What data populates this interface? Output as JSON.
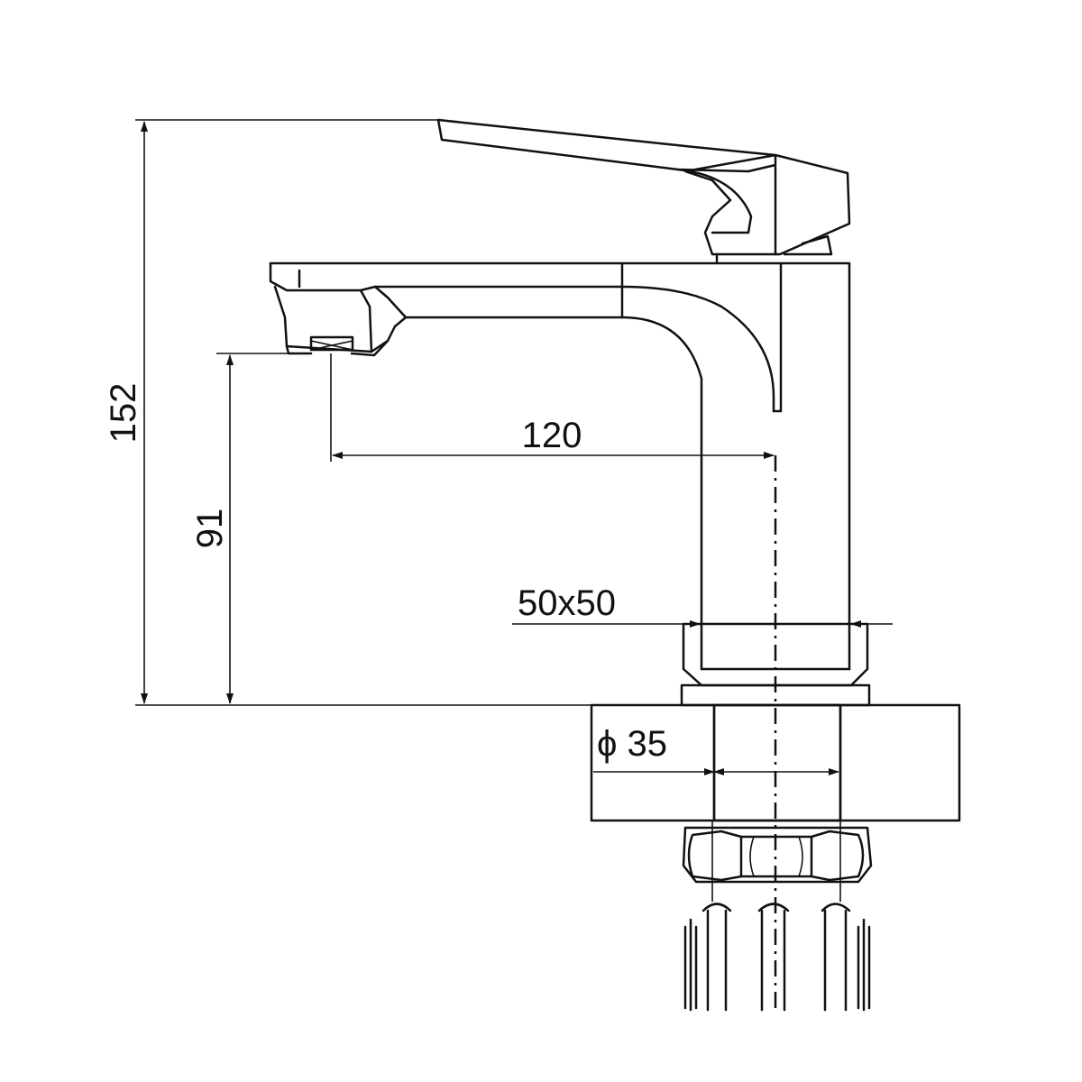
{
  "dimensions": {
    "overall_height": "152",
    "spout_height": "91",
    "spout_reach": "120",
    "base_size": "50x50",
    "thread_diameter": "ϕ 35"
  },
  "colors": {
    "line": "#111111",
    "background": "#ffffff",
    "countertop": "#f2f2f2",
    "thread": "#444444"
  }
}
